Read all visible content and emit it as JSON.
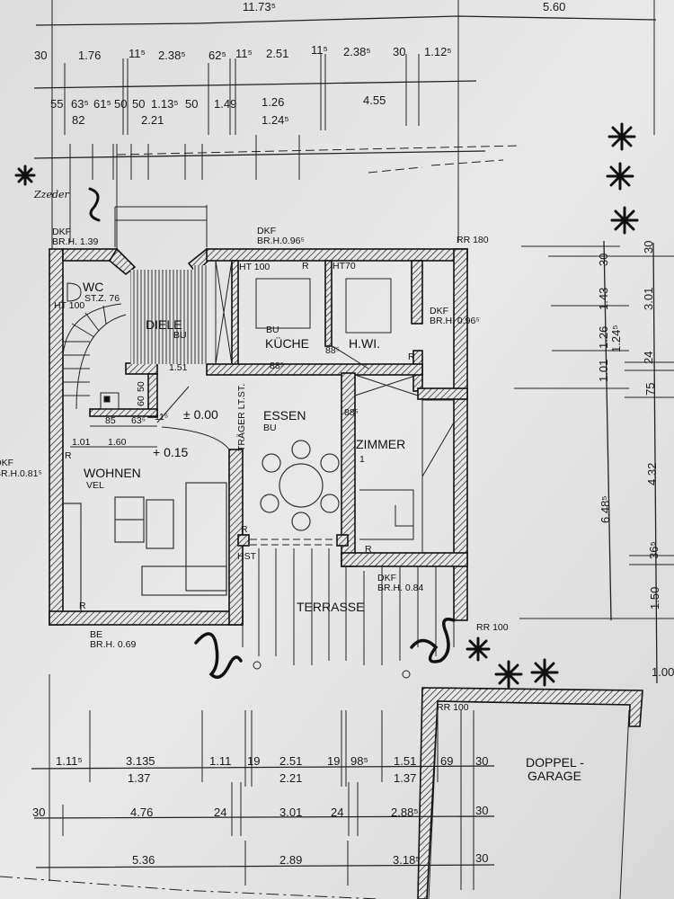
{
  "dimensions": {
    "top_overall": [
      "11.73⁵",
      "5.60"
    ],
    "top_row2": [
      "30",
      "1.76",
      "11⁵",
      "2.38⁵",
      "62⁵",
      "11⁵",
      "2.51",
      "11⁵",
      "2.38⁵",
      "30",
      "1.12⁵"
    ],
    "top_row3": [
      "55",
      "63⁵",
      "61⁵",
      "50",
      "50",
      "1.13⁵",
      "50",
      "1.49",
      "1.26",
      "4.55"
    ],
    "top_row3_sub": [
      "82",
      "2.21",
      "1.24⁵"
    ],
    "right_col1": [
      "30",
      "1.43",
      "1.26",
      "1.24⁵",
      "1.01",
      "6.48⁵"
    ],
    "right_col2": [
      "30",
      "3.01",
      "24",
      "75",
      "4.32",
      "36⁵",
      "1.50",
      "1.00"
    ],
    "bottom_row1": [
      "1.11⁵",
      "3.135",
      "1.11",
      "19",
      "2.51",
      "19",
      "98⁵",
      "1.51",
      "69",
      "30"
    ],
    "bottom_row1_sub": [
      "1.37",
      "2.21",
      "1.37"
    ],
    "bottom_row2": [
      "30",
      "4.76",
      "24",
      "3.01",
      "24",
      "2.88⁵",
      "30"
    ],
    "bottom_row3": [
      "5.36",
      "2.89",
      "3.18⁵",
      "30"
    ]
  },
  "rooms": {
    "wc": "WC",
    "wc_stair": "ST.Z. 76",
    "diele": "DIELE",
    "diele_floor": "BU",
    "kueche_floor": "BU",
    "kueche": "KÜCHE",
    "hwi": "H.WI.",
    "essen": "ESSEN",
    "essen_floor": "BU",
    "zimmer": "ZIMMER",
    "zimmer_no": "1",
    "wohnen": "WOHNEN",
    "wohnen_floor": "VEL",
    "terrasse": "TERRASSE",
    "garage_1": "DOPPEL -",
    "garage_2": "GARAGE"
  },
  "annotations": {
    "dkf": "DKF",
    "brh_139": "BR.H. 1.39",
    "brh_0965_top": "BR.H.0.96⁵",
    "rr180": "RR 180",
    "ht100_wc": "HT 100",
    "ht100": "HT 100",
    "ht70": "HT70",
    "r": "R",
    "brh_0965_right": "BR.H. 0.96⁵",
    "d885_a": "88⁵",
    "d885_b": "88⁵",
    "d885_c": "88⁵",
    "d151": "1.51",
    "d50": "50",
    "d60": "60",
    "d85": "85",
    "d635": "63⁵",
    "d115": "11⁵",
    "level_000": "± 0.00",
    "traeger": "TRÄGER LT.ST.",
    "d101": "1.01",
    "d160": "1.60",
    "level_015": "+ 0.15",
    "brh_0815": "BR.H.0.81⁵",
    "hst": "HST",
    "be": "BE",
    "brh_069": "BR.H. 0.69",
    "brh_084": "BR.H. 0.84",
    "rr100_a": "RR 100",
    "rr100_b": "RR 100",
    "handwriting": "Zzeder"
  }
}
